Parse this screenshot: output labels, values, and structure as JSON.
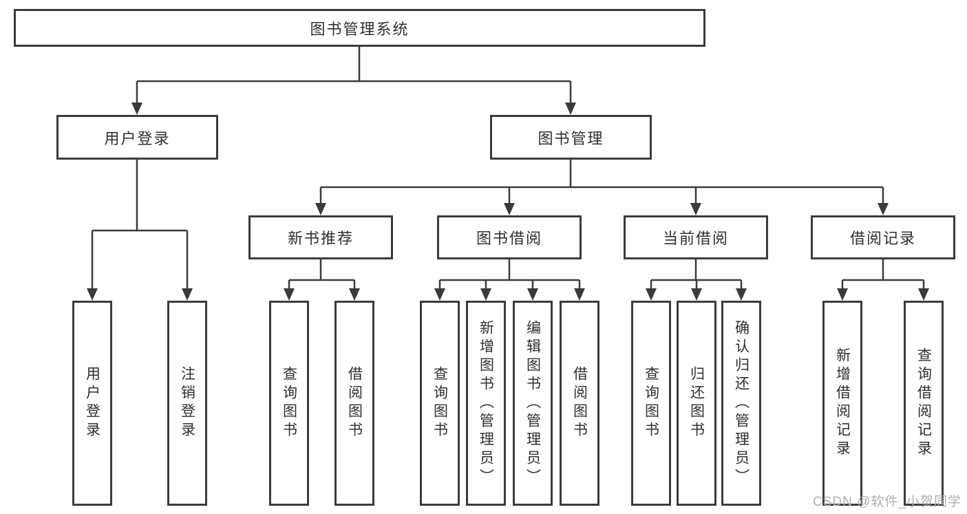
{
  "tree": {
    "root": {
      "label": "图书管理系统",
      "children": [
        {
          "label": "用户登录",
          "children": [
            {
              "label": "用户登录"
            },
            {
              "label": "注销登录"
            }
          ]
        },
        {
          "label": "图书管理",
          "children": [
            {
              "label": "新书推荐",
              "children": [
                {
                  "label": "查询图书"
                },
                {
                  "label": "借阅图书"
                }
              ]
            },
            {
              "label": "图书借阅",
              "children": [
                {
                  "label": "查询图书"
                },
                {
                  "label": "新增图书（管理员）"
                },
                {
                  "label": "编辑图书（管理员）"
                },
                {
                  "label": "借阅图书"
                }
              ]
            },
            {
              "label": "当前借阅",
              "children": [
                {
                  "label": "查询图书"
                },
                {
                  "label": "归还图书"
                },
                {
                  "label": "确认归还（管理员）"
                }
              ]
            },
            {
              "label": "借阅记录",
              "children": [
                {
                  "label": "新增借阅记录"
                },
                {
                  "label": "查询借阅记录"
                }
              ]
            }
          ]
        }
      ]
    }
  },
  "watermark": {
    "text": "CSDN @软件_小贺同学"
  },
  "colors": {
    "background": "#ffffff",
    "box_border": "#3b3b3b",
    "connector": "#3a3a3a",
    "text": "#2f2f2f",
    "watermark": "#aeaeae"
  }
}
